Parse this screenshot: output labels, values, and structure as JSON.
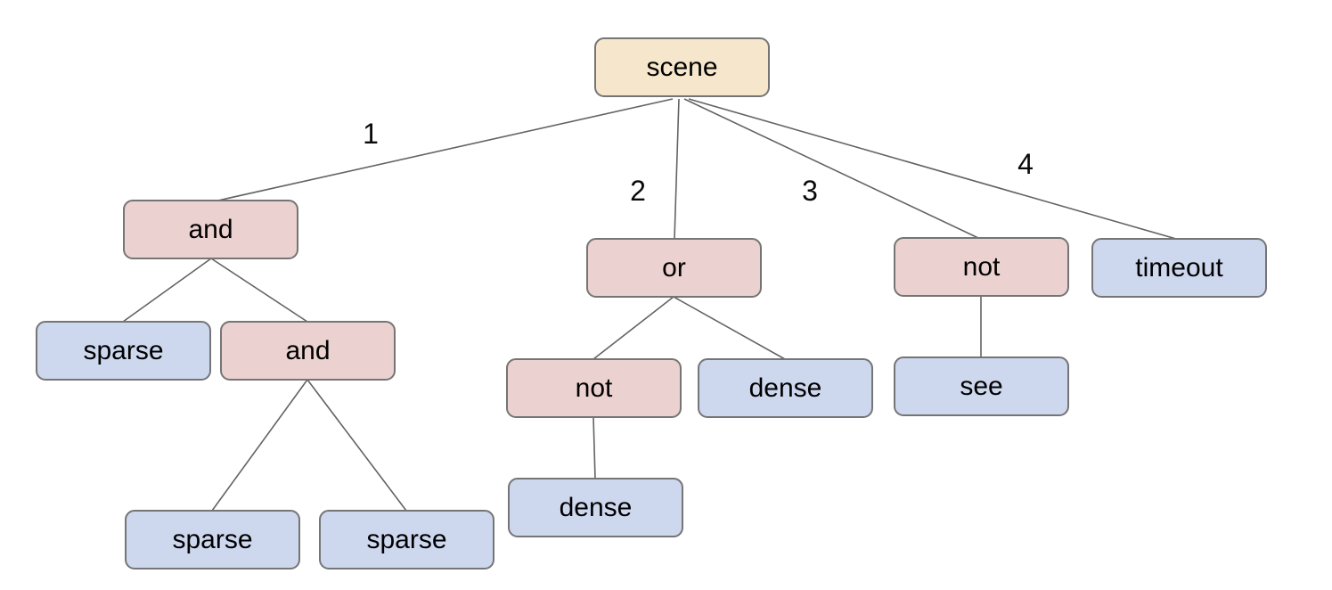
{
  "diagram": {
    "type": "tree",
    "root": "scene",
    "colors": {
      "background": "#ffffff",
      "root_fill": "#f6e6cb",
      "operator_fill": "#ebd1d0",
      "leaf_fill": "#cdd7ee",
      "node_border": "#757575",
      "edge_line": "#636363",
      "text": "#000000"
    },
    "nodes": [
      {
        "id": "scene",
        "label": "scene",
        "kind": "root"
      },
      {
        "id": "and-1",
        "label": "and",
        "kind": "operator"
      },
      {
        "id": "or-1",
        "label": "or",
        "kind": "operator"
      },
      {
        "id": "not-1",
        "label": "not",
        "kind": "operator"
      },
      {
        "id": "timeout-1",
        "label": "timeout",
        "kind": "leaf"
      },
      {
        "id": "sparse-1",
        "label": "sparse",
        "kind": "leaf"
      },
      {
        "id": "and-2",
        "label": "and",
        "kind": "operator"
      },
      {
        "id": "not-2",
        "label": "not",
        "kind": "operator"
      },
      {
        "id": "dense-1",
        "label": "dense",
        "kind": "leaf"
      },
      {
        "id": "see-1",
        "label": "see",
        "kind": "leaf"
      },
      {
        "id": "sparse-2",
        "label": "sparse",
        "kind": "leaf"
      },
      {
        "id": "sparse-3",
        "label": "sparse",
        "kind": "leaf"
      },
      {
        "id": "dense-2",
        "label": "dense",
        "kind": "leaf"
      }
    ],
    "edges": [
      {
        "from": "scene",
        "to": "and-1",
        "label": "1"
      },
      {
        "from": "scene",
        "to": "or-1",
        "label": "2"
      },
      {
        "from": "scene",
        "to": "not-1",
        "label": "3"
      },
      {
        "from": "scene",
        "to": "timeout-1",
        "label": "4"
      },
      {
        "from": "and-1",
        "to": "sparse-1",
        "label": ""
      },
      {
        "from": "and-1",
        "to": "and-2",
        "label": ""
      },
      {
        "from": "and-2",
        "to": "sparse-2",
        "label": ""
      },
      {
        "from": "and-2",
        "to": "sparse-3",
        "label": ""
      },
      {
        "from": "or-1",
        "to": "not-2",
        "label": ""
      },
      {
        "from": "or-1",
        "to": "dense-1",
        "label": ""
      },
      {
        "from": "not-2",
        "to": "dense-2",
        "label": ""
      },
      {
        "from": "not-1",
        "to": "see-1",
        "label": ""
      }
    ]
  }
}
